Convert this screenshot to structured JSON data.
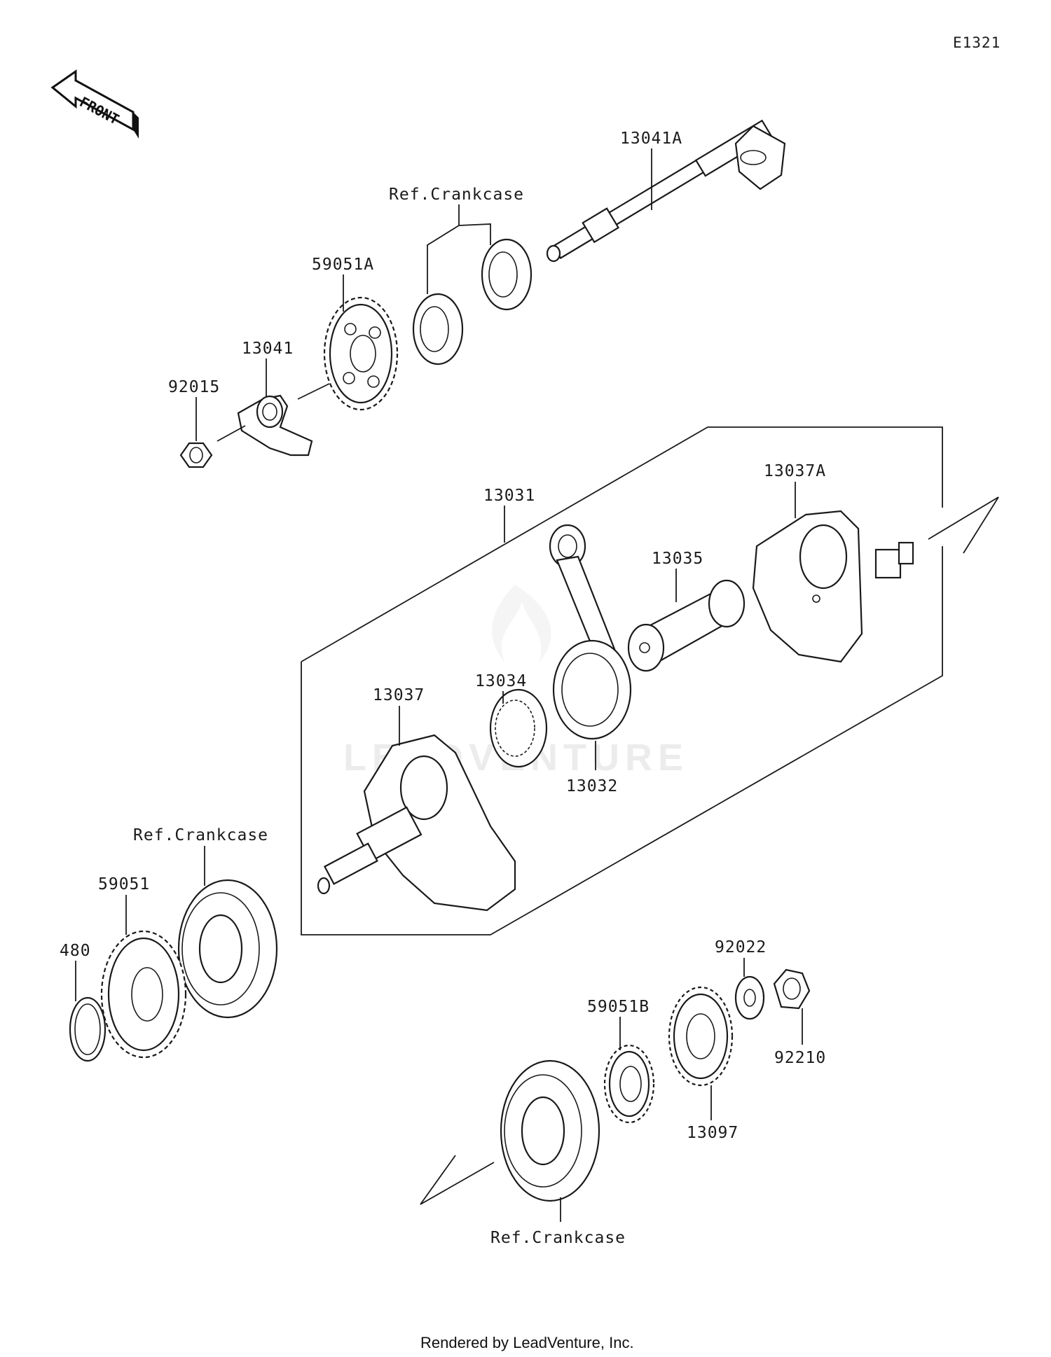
{
  "diagram_code": "E1321",
  "front_indicator": "FRONT",
  "watermark": "LEADVENTURE",
  "footer": "Rendered by LeadVenture, Inc.",
  "parts": [
    {
      "id": "13041A",
      "label": "13041A"
    },
    {
      "id": "ref-crankcase-top",
      "label": "Ref.Crankcase"
    },
    {
      "id": "59051A",
      "label": "59051A"
    },
    {
      "id": "13041",
      "label": "13041"
    },
    {
      "id": "92015",
      "label": "92015"
    },
    {
      "id": "13031",
      "label": "13031"
    },
    {
      "id": "13037A",
      "label": "13037A"
    },
    {
      "id": "13035",
      "label": "13035"
    },
    {
      "id": "13034",
      "label": "13034"
    },
    {
      "id": "13037",
      "label": "13037"
    },
    {
      "id": "13032",
      "label": "13032"
    },
    {
      "id": "ref-crankcase-left",
      "label": "Ref.Crankcase"
    },
    {
      "id": "59051",
      "label": "59051"
    },
    {
      "id": "480",
      "label": "480"
    },
    {
      "id": "92022",
      "label": "92022"
    },
    {
      "id": "59051B",
      "label": "59051B"
    },
    {
      "id": "92210",
      "label": "92210"
    },
    {
      "id": "13097",
      "label": "13097"
    },
    {
      "id": "ref-crankcase-bottom",
      "label": "Ref.Crankcase"
    }
  ]
}
